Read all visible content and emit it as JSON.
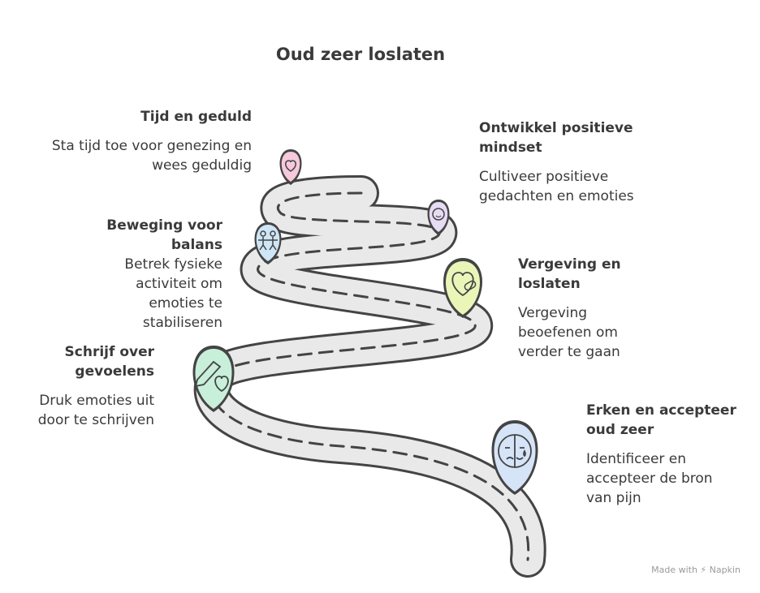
{
  "title": "Oud zeer loslaten",
  "steps": [
    {
      "heading": "Tijd en geduld",
      "description": "Sta tijd toe voor genezing en wees geduldig",
      "icon": "heart-cycle-icon",
      "color": "#f6c9dc"
    },
    {
      "heading": "Ontwikkel positieve mindset",
      "description": "Cultiveer positieve gedachten en emoties",
      "icon": "smiling-head-icon",
      "color": "#e6dcf3"
    },
    {
      "heading": "Beweging voor balans",
      "description": "Betrek fysieke activiteit om emoties te stabiliseren",
      "icon": "people-exercise-icon",
      "color": "#cfe6f6"
    },
    {
      "heading": "Vergeving en loslaten",
      "description": "Vergeving beoefenen om verder te gaan",
      "icon": "heart-bandage-icon",
      "color": "#eaf5b8"
    },
    {
      "heading": "Schrijf over gevoelens",
      "description": "Druk emoties uit door te schrijven",
      "icon": "pencil-heart-icon",
      "color": "#c8efd9"
    },
    {
      "heading": "Erken en accepteer oud zeer",
      "description": "Identificeer en accepteer de bron van pijn",
      "icon": "sad-face-icon",
      "color": "#d6e4f8"
    }
  ],
  "credit": "Made with ⚡ Napkin"
}
